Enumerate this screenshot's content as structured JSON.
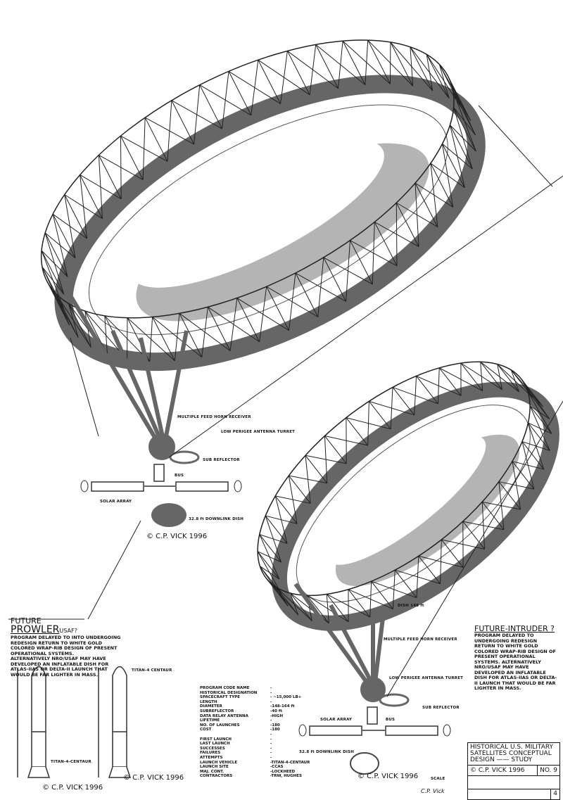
{
  "drawing": {
    "top_satellite_labels": {
      "feed_horn": "MULTIPLE FEED HORN RECEIVER",
      "low_perigee": "LOW PERIGEE ANTENNA TURRET",
      "sub_reflector": "SUB REFLECTOR",
      "bus": "BUS",
      "solar_array": "SOLAR ARRAY",
      "downlink_dish": "32.8 ft DOWNLINK DISH",
      "copyright": "© C.P. VICK 1996"
    },
    "bottom_satellite_labels": {
      "dish": "DISH 148 ft",
      "feed_horn": "MULTIPLE FEED HORN RECEIVER",
      "low_perigee": "LOW PERIGEE ANTENNA TURRET",
      "sub_reflector": "SUB REFLECTOR",
      "bus": "BUS",
      "solar_array": "SOLAR ARRAY",
      "downlink_dish": "32.8 ft DOWNLINK DISH",
      "copyright": "© C.P. VICK 1996",
      "scale": "SCALE"
    },
    "prowler": {
      "future": "FUTURE",
      "name": "PROWLER",
      "suffix": "USAF?",
      "para1": "Program delayed to into undergoing redesign return to white gold colored wrap-rib design of present operational systems.",
      "para2": "Alternatively NRO/USAF may have developed an inflatable dish for Atlas-IIAS or Delta-II launch that would be far lighter in mass."
    },
    "intruder": {
      "title": "FUTURE-INTRUDER ?",
      "body": "Program delayed to undergoing redesign return to white gold colored wrap-rib design of present operational systems. Alternatively NRO/USAF may have developed an inflatable dish for Atlas-IIAS or Delta-II launch that would be far lighter in mass."
    },
    "rockets": {
      "left_label": "TITAN-4-CENTAUR",
      "right_label": "TITAN-4 CENTAUR",
      "copyright_left": "© C.P. VICK 1996",
      "copyright_right": "© C.P. VICK 1996"
    },
    "spec_table": [
      {
        "k": "PROGRAM CODE NAME",
        "v": "-"
      },
      {
        "k": "HISTORICAL DESIGNATION",
        "v": "-"
      },
      {
        "k": "SPACECRAFT TYPE",
        "v": "-   ~15,000 LB+"
      },
      {
        "k": "LENGTH",
        "v": "-"
      },
      {
        "k": "DIAMETER",
        "v": "-148-164 ft"
      },
      {
        "k": "SUBREFLECTOR",
        "v": "-40 ft"
      },
      {
        "k": "DATA RELAY ANTENNA",
        "v": "-HIGH"
      },
      {
        "k": "LIFETIME",
        "v": "-"
      },
      {
        "k": "NO. OF LAUNCHES",
        "v": "-180"
      },
      {
        "k": "COST",
        "v": "-180"
      },
      {
        "k": "",
        "v": "-"
      },
      {
        "k": "FIRST LAUNCH",
        "v": "-"
      },
      {
        "k": "LAST LAUNCH",
        "v": "-"
      },
      {
        "k": "SUCCESSES",
        "v": "-"
      },
      {
        "k": "FAILURES",
        "v": "-"
      },
      {
        "k": "ATTEMPTS",
        "v": "-"
      },
      {
        "k": "LAUNCH VEHICLE",
        "v": "-TITAN-4-CENTAUR"
      },
      {
        "k": "LAUNCH SITE",
        "v": "-CCAS"
      },
      {
        "k": "MAJ. CONT.",
        "v": "-LOCKHEED"
      },
      {
        "k": "CONTRACTORS",
        "v": "-TRW, HUGHES"
      }
    ],
    "title_block": {
      "title": "HISTORICAL U.S. MILITARY SATELLITES CONCEPTUAL DESIGN —— STUDY",
      "copyright": "© C.P. VICK 1996",
      "number": "NO. 9",
      "sheet": "4"
    },
    "signature": "C.P. Vick"
  }
}
